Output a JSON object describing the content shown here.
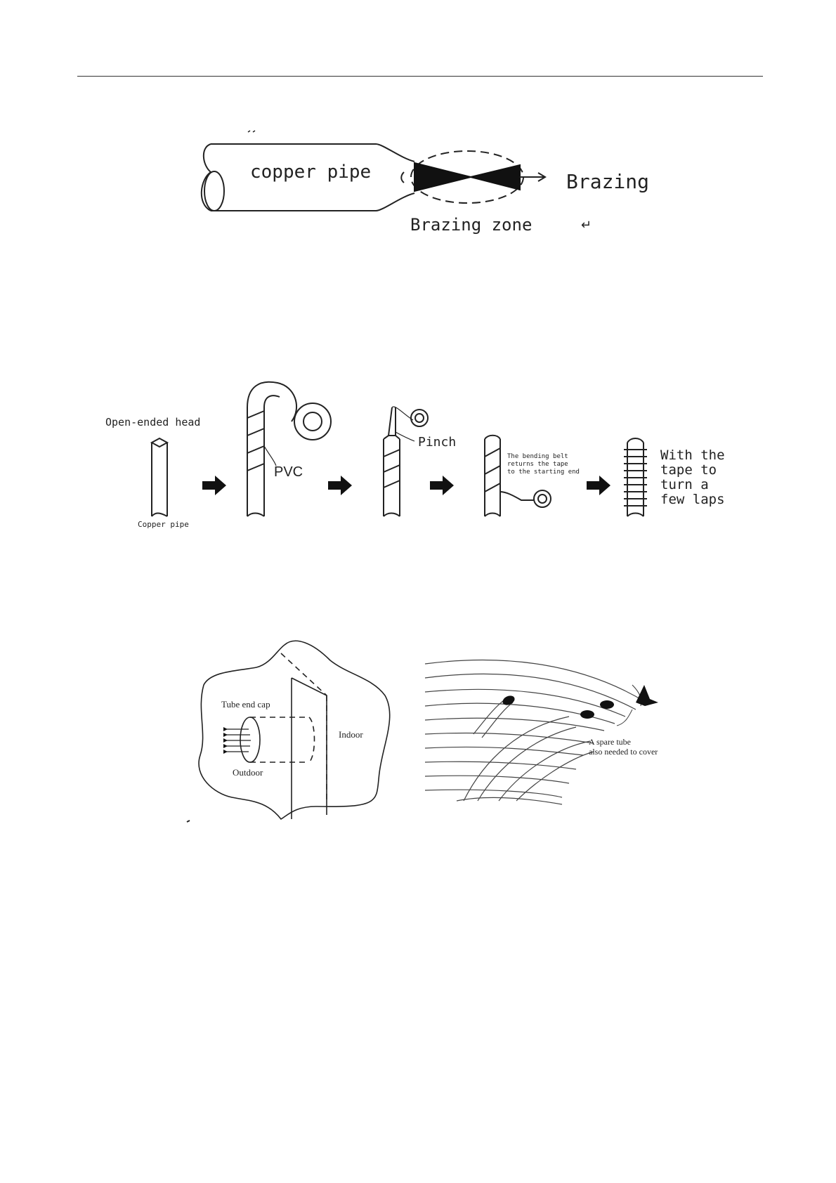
{
  "figure1": {
    "pipe_label": "copper pipe",
    "brazing_label": "Brazing",
    "zone_label": "Brazing zone",
    "return_mark": "↵"
  },
  "figure2": {
    "head_label": "Open-ended head",
    "pipe_label": "Copper pipe",
    "pvc_label": "PVC",
    "pinch_label": "Pinch",
    "belt_label_lines": [
      "The bending belt",
      "returns the tape",
      "to the starting end"
    ],
    "laps_label_lines": [
      "With the",
      "tape to",
      "turn a",
      "few laps"
    ]
  },
  "figure3": {
    "cap_label": "Tube end cap",
    "indoor_label": "Indoor",
    "outdoor_label": "Outdoor",
    "spare_label_lines": [
      "A spare tube",
      "also needed to cover"
    ]
  }
}
